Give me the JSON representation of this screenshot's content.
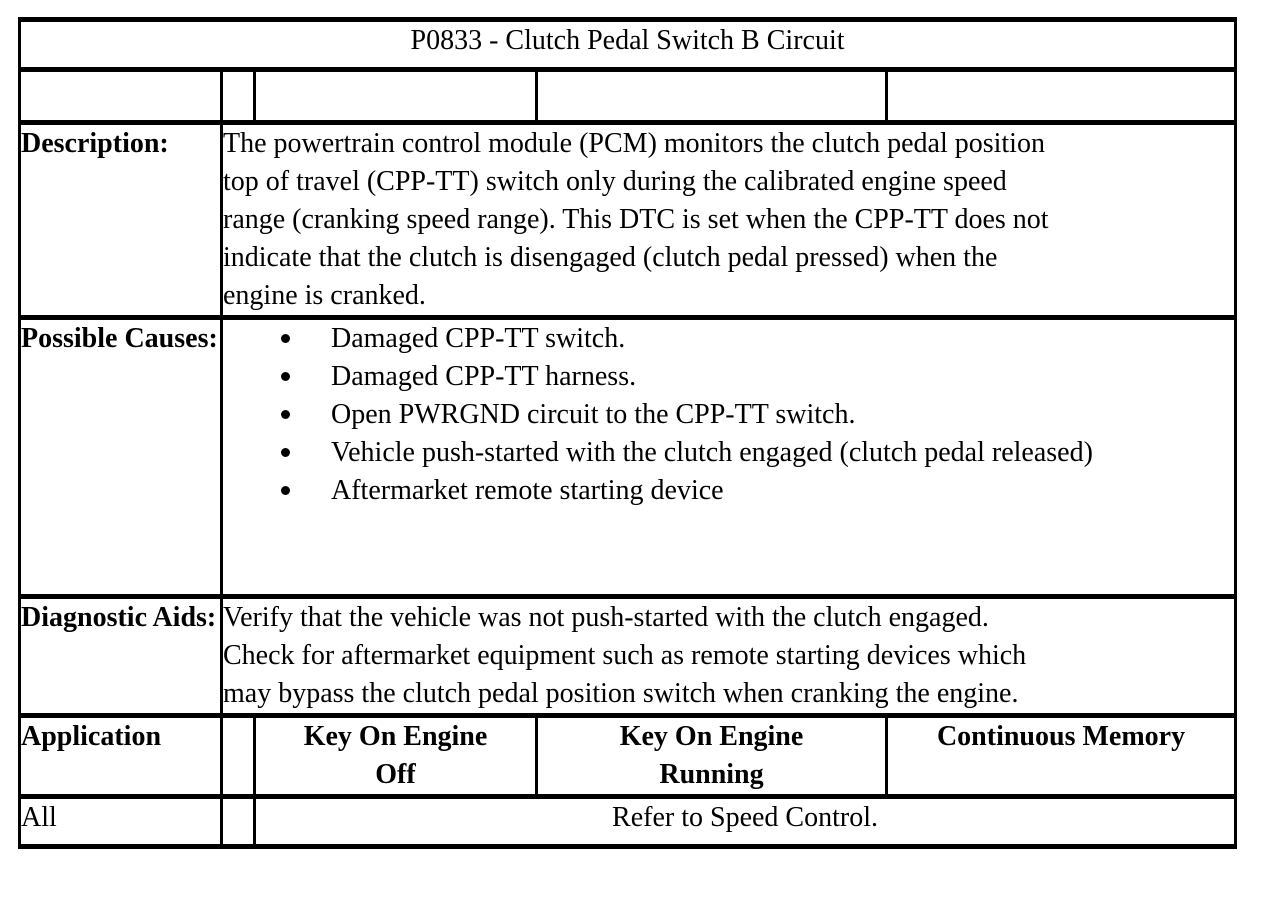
{
  "title": "P0833 - Clutch Pedal Switch B Circuit",
  "sections": {
    "description": {
      "label": "Description:",
      "lines": [
        "The powertrain control module (PCM) monitors the clutch pedal position",
        "top of travel (CPP-TT) switch only during the calibrated engine speed",
        "range (cranking speed range). This DTC is set when the CPP-TT does not",
        "indicate that the clutch is disengaged (clutch pedal pressed) when the",
        "engine is cranked."
      ]
    },
    "possible_causes": {
      "label": "Possible Causes:",
      "items": [
        "Damaged CPP-TT switch.",
        "Damaged CPP-TT harness.",
        "Open PWRGND circuit to the CPP-TT switch.",
        "Vehicle push-started with the clutch engaged (clutch pedal released)",
        "Aftermarket remote starting device"
      ]
    },
    "diagnostic_aids": {
      "label": "Diagnostic Aids:",
      "lines": [
        "Verify that the vehicle was not push-started with the clutch engaged.",
        "Check for aftermarket equipment such as remote starting devices which",
        "may bypass the clutch pedal position switch when cranking the engine."
      ]
    }
  },
  "matrix": {
    "row_header": "Application",
    "columns": [
      "Key On Engine Off",
      "Key On Engine Running",
      "Continuous Memory"
    ],
    "rows": [
      {
        "application": "All",
        "value": "Refer to Speed Control."
      }
    ]
  },
  "colors": {
    "text": "#000000",
    "background": "#ffffff",
    "border": "#000000"
  }
}
